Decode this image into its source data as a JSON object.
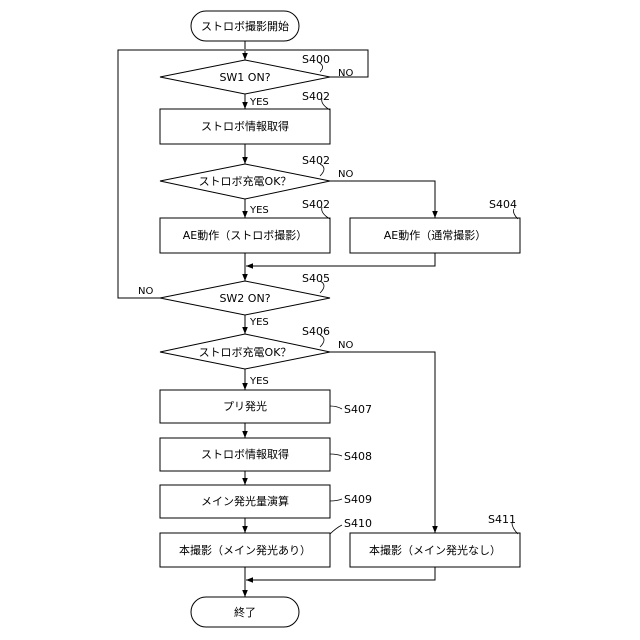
{
  "nodes": {
    "start": "ストロボ撮影開始",
    "sw1": "SW1 ON?",
    "get_info_1": "ストロボ情報取得",
    "charge_ok_1": "ストロボ充電OK？",
    "ae_strobe": "AE動作（ストロボ撮影）",
    "ae_normal": "AE動作（通常撮影）",
    "sw2": "SW2 ON?",
    "charge_ok_2": "ストロボ充電OK？",
    "pre_flash": "プリ発光",
    "get_info_2": "ストロボ情報取得",
    "calc": "メイン発光量演算",
    "shoot_flash": "本撮影（メイン発光あり）",
    "shoot_noflash": "本撮影（メイン発光なし）",
    "end": "終了"
  },
  "steps": {
    "sw1": "S400",
    "get_info_1": "S402",
    "charge_ok_1": "S402",
    "ae_strobe": "S402",
    "ae_normal": "S404",
    "sw2": "S405",
    "charge_ok_2": "S406",
    "pre_flash": "S407",
    "get_info_2": "S408",
    "calc": "S409",
    "shoot_flash": "S410",
    "shoot_noflash": "S411"
  },
  "branches": {
    "sw1_yes": "YES",
    "sw1_no": "NO",
    "charge1_yes": "YES",
    "charge1_no": "NO",
    "sw2_yes": "YES",
    "sw2_no": "NO",
    "charge2_yes": "YES",
    "charge2_no": "NO"
  }
}
